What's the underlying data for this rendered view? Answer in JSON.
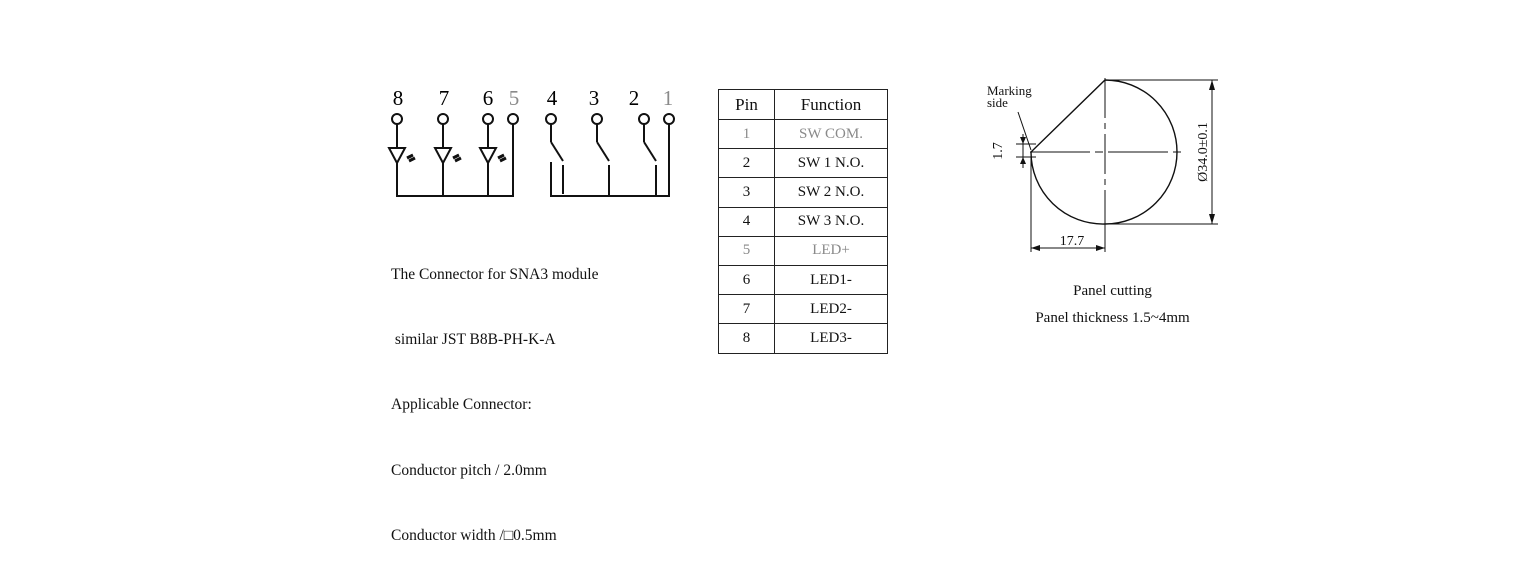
{
  "wiring": {
    "pins": [
      {
        "label": "8",
        "kind": "led",
        "gray": false
      },
      {
        "label": "7",
        "kind": "led",
        "gray": false
      },
      {
        "label": "6",
        "kind": "led",
        "gray": false
      },
      {
        "label": "5",
        "kind": "common",
        "gray": true
      },
      {
        "label": "4",
        "kind": "switch",
        "gray": false
      },
      {
        "label": "3",
        "kind": "switch",
        "gray": false
      },
      {
        "label": "2",
        "kind": "switch",
        "gray": false
      },
      {
        "label": "1",
        "kind": "common",
        "gray": true
      }
    ],
    "notes": [
      "The Connector for SNA3 module",
      " similar JST B8B-PH-K-A",
      "Applicable Connector:",
      "Conductor pitch / 2.0mm",
      "Conductor width /□0.5mm"
    ]
  },
  "pin_table": {
    "headers": [
      "Pin",
      "Function"
    ],
    "rows": [
      {
        "pin": "1",
        "function": "SW COM.",
        "gray": true
      },
      {
        "pin": "2",
        "function": "SW 1 N.O.",
        "gray": false
      },
      {
        "pin": "3",
        "function": "SW 2 N.O.",
        "gray": false
      },
      {
        "pin": "4",
        "function": "SW 3 N.O.",
        "gray": false
      },
      {
        "pin": "5",
        "function": "LED+",
        "gray": true
      },
      {
        "pin": "6",
        "function": "LED1-",
        "gray": false
      },
      {
        "pin": "7",
        "function": "LED2-",
        "gray": false
      },
      {
        "pin": "8",
        "function": "LED3-",
        "gray": false
      }
    ]
  },
  "panel": {
    "marking_line1": "Marking",
    "marking_line2": "side",
    "dim_flat": "1.7",
    "dim_width": "17.7",
    "dim_diameter": "Ø34.0±0.1",
    "caption1": "Panel cutting",
    "caption2": "Panel thickness 1.5~4mm"
  },
  "colors": {
    "ink": "#111111",
    "muted": "#8a8a8a"
  }
}
